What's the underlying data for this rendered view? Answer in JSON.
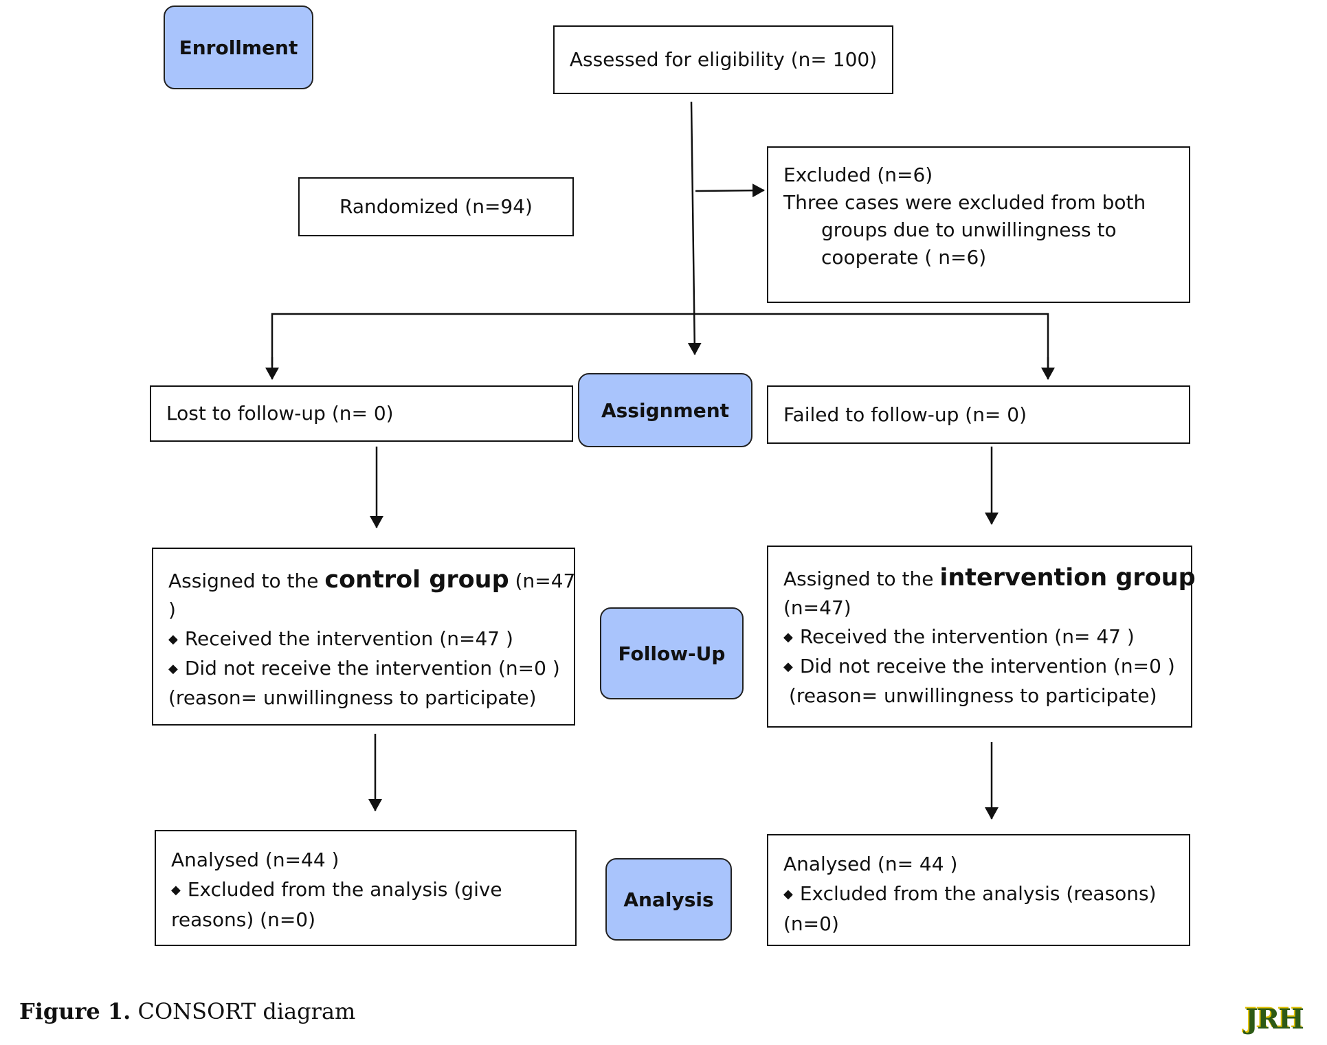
{
  "stages": {
    "enrollment": "Enrollment",
    "assignment": "Assignment",
    "follow_up": "Follow-Up",
    "analysis": "Analysis"
  },
  "assessed": "Assessed for eligibility (n= 100)",
  "randomized": "Randomized (n=94)",
  "excluded": {
    "line1": "Excluded (n=6)",
    "line2": "Three cases were excluded from both",
    "line3": "groups due to unwillingness to",
    "line4": "cooperate ( n=6)"
  },
  "control_followup": "Lost to follow-up (n= 0)",
  "intervention_followup": "Failed to follow-up (n= 0)",
  "control_allocation": {
    "prefix": "Assigned to the ",
    "group": "control group",
    "count": " (n=47",
    "count_close": ")",
    "received": "Received the intervention (n=47  )",
    "not_received": "Did not receive the intervention (n=0  )",
    "reason": "(reason= unwillingness to participate)"
  },
  "intervention_allocation": {
    "prefix": "Assigned to the ",
    "group": "intervention group",
    "count": "(n=47)",
    "received": "Received the intervention (n= 47 )",
    "not_received": "Did not receive the intervention (n=0  )",
    "reason": "(reason= unwillingness to participate)"
  },
  "control_analysis": {
    "analysed": "Analysed  (n=44 )",
    "excluded": "Excluded from the analysis (give",
    "excluded_cont": "reasons) (n=0)"
  },
  "intervention_analysis": {
    "analysed": "Analysed  (n= 44 )",
    "excluded": "Excluded from the analysis (reasons)",
    "excluded_cont": "(n=0)"
  },
  "bullet_glyph": "◆",
  "caption": {
    "label": "Figure 1.",
    "text": " CONSORT diagram"
  },
  "logo": "JRH"
}
